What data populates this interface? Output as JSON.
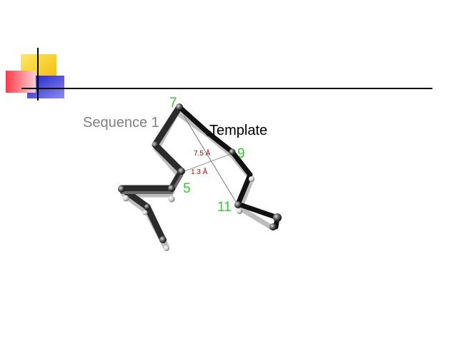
{
  "labels": {
    "sequence": "Sequence 1",
    "template": "Template",
    "residue_7": "7",
    "residue_9": "9",
    "residue_5": "5",
    "residue_11": "11",
    "distance_long": "7.5 Å",
    "distance_short": "1.3 Å"
  },
  "colors": {
    "residue_numbers": "#33cc33",
    "distance_labels": "#cc0000",
    "sequence_label": "#808080",
    "template_label": "#000000",
    "deco_yellow": "#ffd700",
    "deco_red": "#ff2233",
    "deco_blue": "#2222cc"
  }
}
